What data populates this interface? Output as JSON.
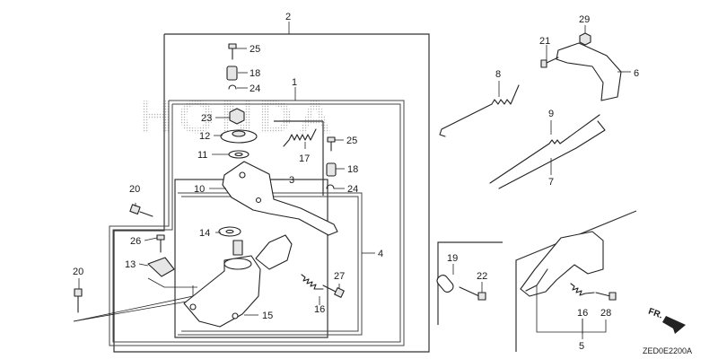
{
  "callouts": {
    "c1": "1",
    "c2": "2",
    "c3": "3",
    "c4": "4",
    "c5": "5",
    "c6": "6",
    "c7": "7",
    "c8": "8",
    "c9": "9",
    "c10": "10",
    "c11": "11",
    "c12": "12",
    "c13": "13",
    "c14": "14",
    "c15": "15",
    "c16": "16",
    "c16b": "16",
    "c17": "17",
    "c18": "18",
    "c18b": "18",
    "c19": "19",
    "c20": "20",
    "c20b": "20",
    "c21": "21",
    "c22": "22",
    "c23": "23",
    "c24": "24",
    "c24b": "24",
    "c25": "25",
    "c25b": "25",
    "c26": "26",
    "c27": "27",
    "c28": "28",
    "c29": "29"
  },
  "watermark": "HONDA",
  "front_marker": "FR.",
  "diagram_code": "ZED0E2200A"
}
